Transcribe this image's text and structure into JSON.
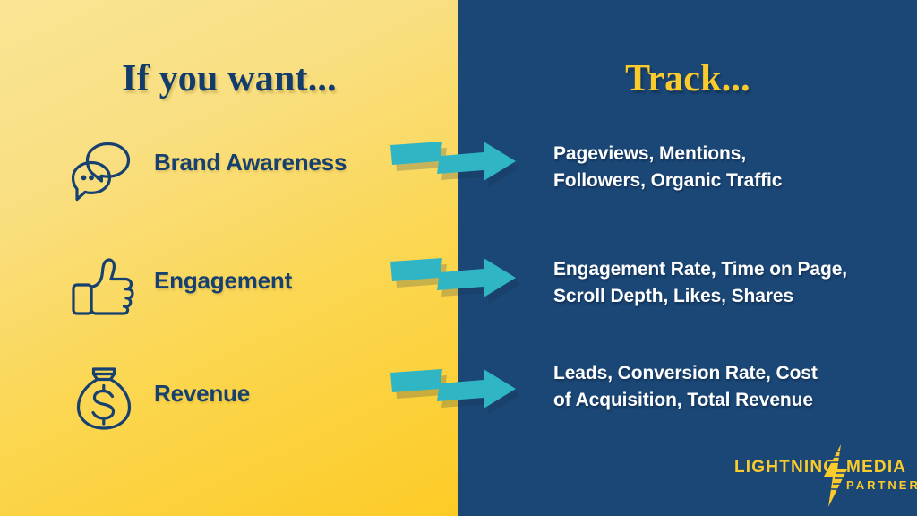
{
  "slide": {
    "heading_left": "If you want...",
    "heading_right": "Track...",
    "colors": {
      "yellow_light": "#f9e595",
      "yellow_deep": "#fccb26",
      "navy": "#1b4776",
      "teal": "#2fb5c4",
      "navy_text": "#16406f",
      "yellow_text": "#fbcb2b",
      "white_text": "#ffffff"
    }
  },
  "rows": [
    {
      "icon": "speech-bubbles-icon",
      "goal": "Brand Awareness",
      "arrow": "arrow-right-icon",
      "metrics_line1": "Pageviews, Mentions,",
      "metrics_line2": "Followers, Organic Traffic"
    },
    {
      "icon": "thumbs-up-icon",
      "goal": "Engagement",
      "arrow": "arrow-right-icon",
      "metrics_line1": "Engagement Rate, Time on Page,",
      "metrics_line2": "Scroll Depth, Likes, Shares"
    },
    {
      "icon": "money-bag-icon",
      "goal": "Revenue",
      "arrow": "arrow-right-icon",
      "metrics_line1": "Leads, Conversion Rate, Cost",
      "metrics_line2": "of Acquisition, Total Revenue"
    }
  ],
  "logo": {
    "word1": "LIGHTNING",
    "word2": "MEDIA",
    "word3": "PARTNERS",
    "mark": "lightning-bolt-icon"
  }
}
